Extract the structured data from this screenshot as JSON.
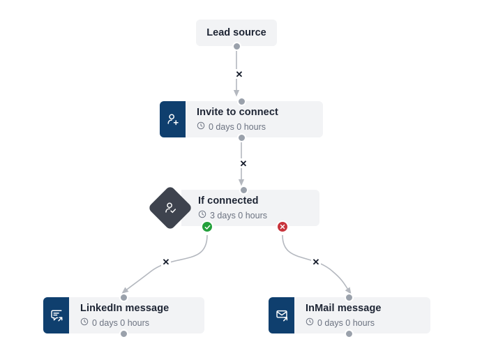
{
  "canvas": {
    "background": "#ffffff",
    "accent_navy": "#0f3f6e",
    "accent_slate": "#3e434e",
    "card_background": "#f2f3f5",
    "port_color": "#9aa1ab",
    "edge_color": "#b4b8bf",
    "yes_color": "#23a03b",
    "no_color": "#c8343c"
  },
  "nodes": [
    {
      "id": "lead-source",
      "title": "Lead source",
      "shape": "plain-card",
      "icon": null,
      "delay": null
    },
    {
      "id": "invite-to-connect",
      "title": "Invite to connect",
      "shape": "icon-card",
      "icon": "person-add-icon",
      "delay": "0 days 0 hours"
    },
    {
      "id": "if-connected",
      "title": "If connected",
      "shape": "diamond-card",
      "icon": "person-check-icon",
      "delay": "3 days 0 hours"
    },
    {
      "id": "linkedin-message",
      "title": "LinkedIn message",
      "shape": "icon-card",
      "icon": "chat-send-icon",
      "delay": "0 days 0 hours"
    },
    {
      "id": "inmail-message",
      "title": "InMail message",
      "shape": "icon-card",
      "icon": "mail-send-icon",
      "delay": "0 days 0 hours"
    }
  ],
  "branches": {
    "yes_badge_icon": "check-icon",
    "no_badge_icon": "cross-icon"
  },
  "edges": [
    {
      "id": "edge-lead-invite",
      "from": "lead-source",
      "to": "invite-to-connect",
      "remove_icon": "x-icon"
    },
    {
      "id": "edge-invite-ifconnected",
      "from": "invite-to-connect",
      "to": "if-connected",
      "remove_icon": "x-icon"
    },
    {
      "id": "edge-yes-linkedin",
      "from": "if-connected",
      "to": "linkedin-message",
      "remove_icon": "x-icon",
      "branch": "yes"
    },
    {
      "id": "edge-no-inmail",
      "from": "if-connected",
      "to": "inmail-message",
      "remove_icon": "x-icon",
      "branch": "no"
    }
  ],
  "labels": {
    "remove_x": "✕"
  }
}
